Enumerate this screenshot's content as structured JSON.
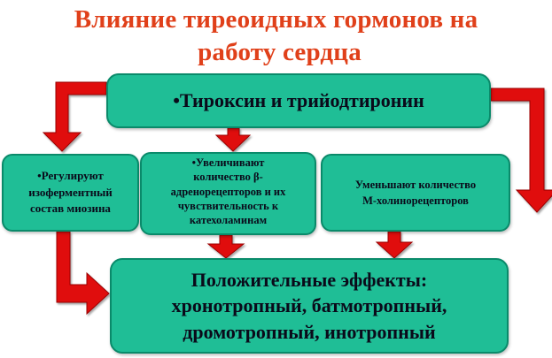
{
  "title": {
    "line1": "Влияние тиреоидных гормонов на",
    "line2": "работу сердца"
  },
  "boxes": {
    "top": {
      "text": "•Тироксин и трийодтиронин"
    },
    "left": {
      "lines": [
        "•Регулируют",
        "изоферментный",
        "состав миозина"
      ]
    },
    "middle": {
      "lines": [
        "•Увеличивают",
        "количество β-",
        "адренорецепторов  и их",
        "чувствительность к",
        "катехоламинам"
      ]
    },
    "right": {
      "lines": [
        "Уменьшают количество",
        "М-холинорецепторов"
      ]
    },
    "bottom": {
      "lines": [
        "Положительные эффекты:",
        "хронотропный, батмотропный,",
        "дромотропный, инотропный"
      ]
    }
  },
  "colors": {
    "title": "#e0401a",
    "box_fill": "#1fbe96",
    "box_border": "#0a8a6a",
    "arrow_fill": "#e01010",
    "arrow_outline": "#9a0000"
  }
}
